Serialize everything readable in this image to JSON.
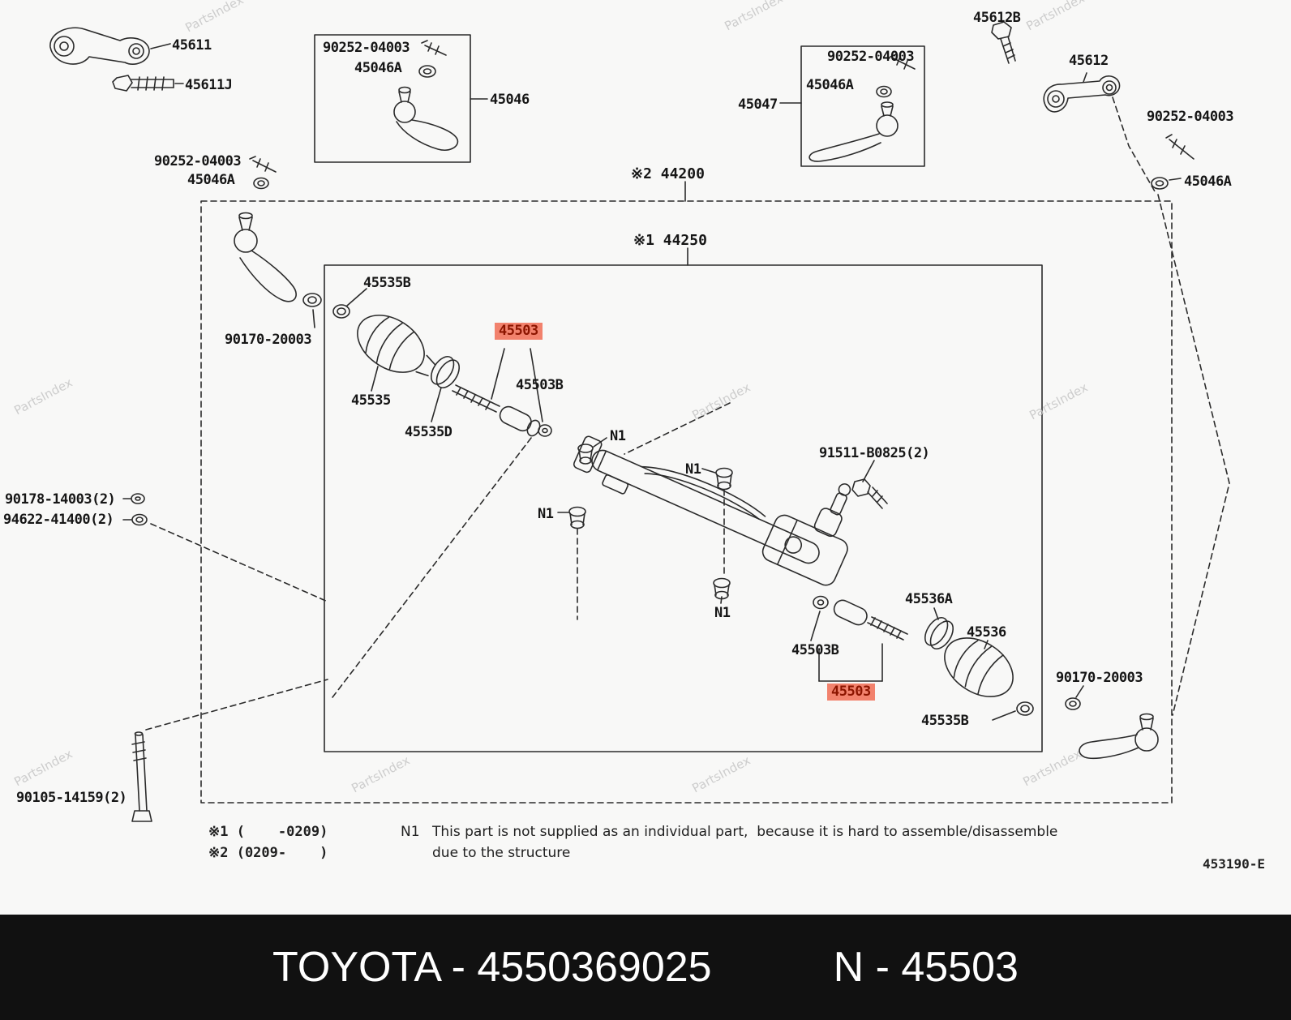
{
  "colors": {
    "highlight_bg": "#f2826d",
    "highlight_text": "#8c1500",
    "footer_bg": "#111111",
    "footer_text": "#ffffff",
    "line": "#2b2b2b",
    "watermark": "#c6c6c6"
  },
  "watermark": {
    "text": "PartsIndex"
  },
  "assemblies": {
    "outer_label": "※2 44200",
    "inner_label": "※1 44250"
  },
  "labels": [
    {
      "id": "45611",
      "text": "45611"
    },
    {
      "id": "45611J",
      "text": "45611J"
    },
    {
      "id": "90252-04003-a",
      "text": "90252-04003"
    },
    {
      "id": "45046A-a",
      "text": "45046A"
    },
    {
      "id": "45046",
      "text": "45046"
    },
    {
      "id": "90252-04003-b",
      "text": "90252-04003"
    },
    {
      "id": "45046A-b",
      "text": "45046A"
    },
    {
      "id": "90252-04003-c",
      "text": "90252-04003"
    },
    {
      "id": "45046A-c",
      "text": "45046A"
    },
    {
      "id": "45047",
      "text": "45047"
    },
    {
      "id": "45612B",
      "text": "45612B"
    },
    {
      "id": "45612",
      "text": "45612"
    },
    {
      "id": "90252-04003-d",
      "text": "90252-04003"
    },
    {
      "id": "45046A-d",
      "text": "45046A"
    },
    {
      "id": "45535B-left",
      "text": "45535B"
    },
    {
      "id": "90170-20003-left",
      "text": "90170-20003"
    },
    {
      "id": "45535",
      "text": "45535"
    },
    {
      "id": "45535D",
      "text": "45535D"
    },
    {
      "id": "45503-top",
      "text": "45503",
      "highlight": true
    },
    {
      "id": "45503B-top",
      "text": "45503B"
    },
    {
      "id": "N1-a",
      "text": "N1"
    },
    {
      "id": "N1-b",
      "text": "N1"
    },
    {
      "id": "N1-c",
      "text": "N1"
    },
    {
      "id": "91511-B0825",
      "text": "91511-B0825(2)"
    },
    {
      "id": "N1-d",
      "text": "N1"
    },
    {
      "id": "45503B-bottom",
      "text": "45503B"
    },
    {
      "id": "45503-bottom",
      "text": "45503",
      "highlight": true
    },
    {
      "id": "45536A",
      "text": "45536A"
    },
    {
      "id": "45536",
      "text": "45536"
    },
    {
      "id": "45535B-right",
      "text": "45535B"
    },
    {
      "id": "90170-20003-right",
      "text": "90170-20003"
    },
    {
      "id": "90178-14003",
      "text": "90178-14003(2)"
    },
    {
      "id": "94622-41400",
      "text": "94622-41400(2)"
    },
    {
      "id": "90105-14159",
      "text": "90105-14159(2)"
    }
  ],
  "notes": {
    "note1": "※1 (    -0209)",
    "note2": "※2 (0209-    )",
    "n1_label": "N1",
    "n1_line1": "This part is not supplied as an individual part,  because it is hard to assemble/disassemble",
    "n1_line2": "due to the structure",
    "doc_code": "453190-E"
  },
  "footer": {
    "left": "TOYOTA - 4550369025",
    "right": "N - 45503"
  }
}
